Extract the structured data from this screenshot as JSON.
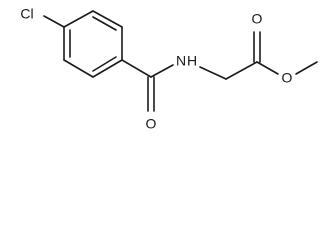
{
  "molecule": {
    "description_text": "",
    "atoms": {
      "chlorine": "Cl",
      "nitrogen": "N",
      "hydrogen": "H",
      "amide_oxygen": "O",
      "ester_carbonyl_oxygen": "O",
      "ester_ether_oxygen": "O"
    }
  },
  "colors": {
    "ink": "#1a1a1a",
    "background": "#ffffff"
  }
}
